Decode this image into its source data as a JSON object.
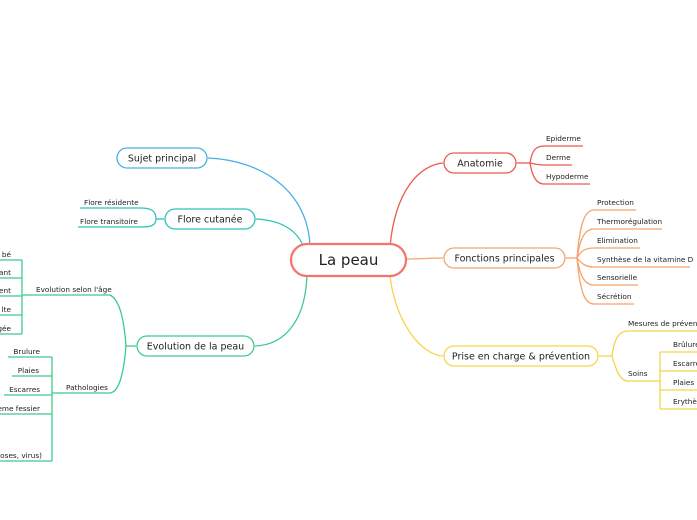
{
  "colors": {
    "root": "#f4736a",
    "anatomie": "#e85a4f",
    "fonctions": "#f8a26c",
    "prise": "#f3d64c",
    "evolution": "#3ecb8d",
    "flore": "#2ec4b6",
    "sujet": "#4aaeea"
  },
  "root": {
    "label": "La peau"
  },
  "branches": {
    "sujet": {
      "label": "Sujet principal"
    },
    "flore": {
      "label": "Flore cutanée",
      "children": [
        "Flore résidente",
        "Flore transitoire"
      ]
    },
    "evolution": {
      "label": "Evolution de la peau",
      "age": {
        "label": "Evolution selon l'âge",
        "children": [
          "bé",
          "ant",
          "ent",
          "lte",
          "gée"
        ]
      },
      "patho": {
        "label": "Pathologies",
        "children": [
          "Brulure",
          "Plaies",
          "Escarres",
          "ème fessier",
          "oses, virus)"
        ]
      }
    },
    "anatomie": {
      "label": "Anatomie",
      "children": [
        "Epiderme",
        "Derme",
        "Hypoderme"
      ]
    },
    "fonctions": {
      "label": "Fonctions principales",
      "children": [
        "Protection",
        "Thermorégulation",
        "Elimination",
        "Synthèse de la vitamine D",
        "Sensorielle",
        "Sécrétion"
      ]
    },
    "prise": {
      "label": "Prise en charge & prévention",
      "mesures": {
        "label": "Mesures de préventi"
      },
      "soins": {
        "label": "Soins",
        "children": [
          "Brûlure",
          "Escarre",
          "Plaies",
          "Erythè"
        ]
      }
    }
  }
}
